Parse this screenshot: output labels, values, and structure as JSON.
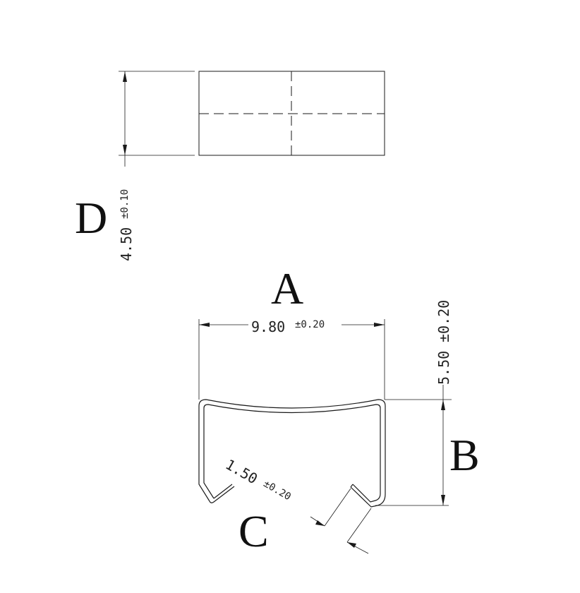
{
  "labels": {
    "a": "A",
    "b": "B",
    "c": "C",
    "d": "D"
  },
  "dimensions": {
    "d_value": "4.50",
    "d_tol": "±0.10",
    "a_value": "9.80",
    "a_tol": "±0.20",
    "b_value": "5.50",
    "b_tol": "±0.20",
    "c_value": "1.50",
    "c_tol": "±0.20"
  }
}
